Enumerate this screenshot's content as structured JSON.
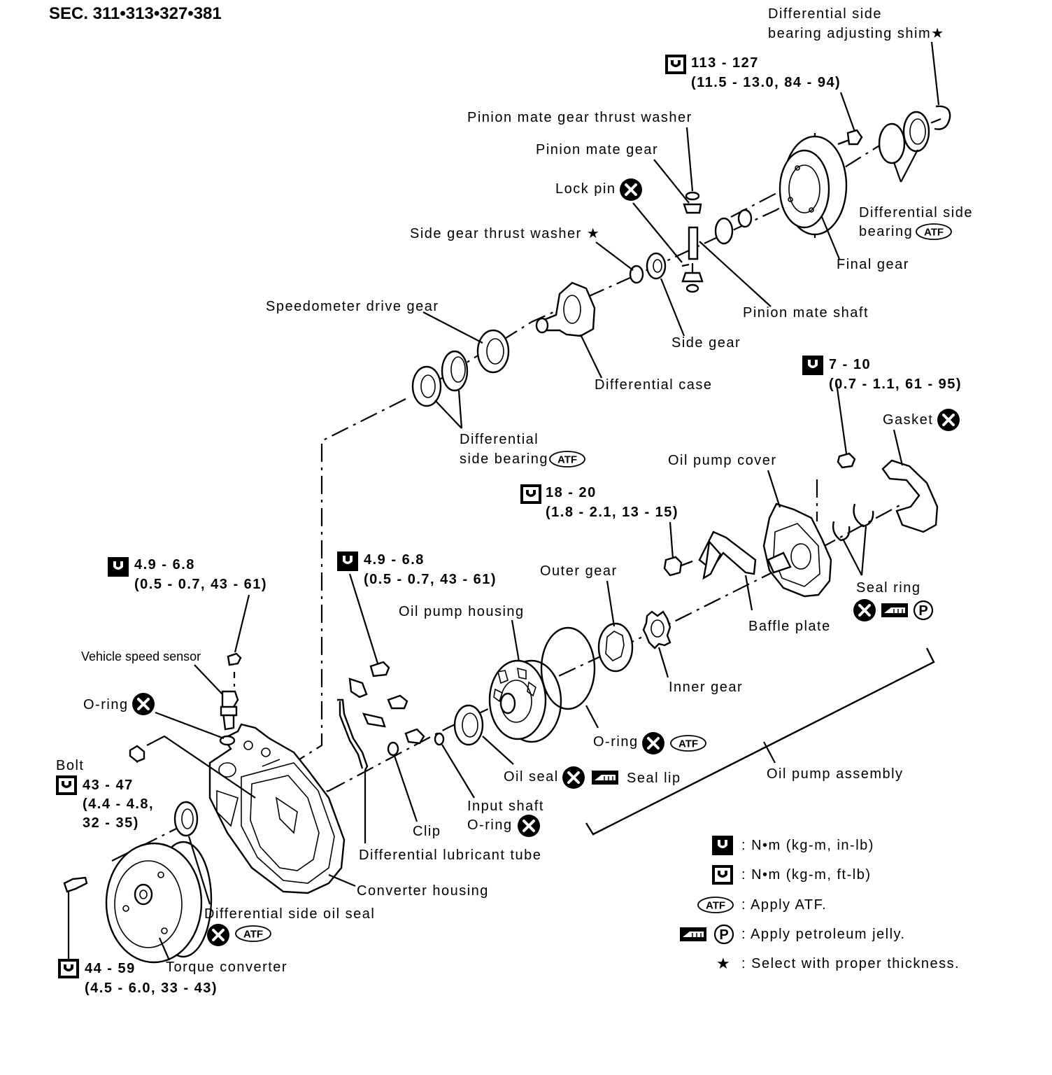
{
  "section": "SEC. 311•313•327•381",
  "parts": {
    "diff_shim": [
      "Differential side",
      "bearing adjusting shim★"
    ],
    "final_gear_torque": [
      "113 - 127",
      "(11.5 - 13.0, 84 - 94)"
    ],
    "pinion_washer": "Pinion mate gear thrust washer",
    "pinion_gear": "Pinion mate gear",
    "lock_pin": "Lock pin",
    "side_washer": "Side gear thrust washer ★",
    "speedo_gear": "Speedometer drive gear",
    "diff_bearing_right": [
      "Differential side",
      "bearing"
    ],
    "final_gear": "Final gear",
    "pinion_shaft": "Pinion mate shaft",
    "side_gear": "Side gear",
    "diff_case": "Differential case",
    "pump_cover_torque": [
      "7 - 10",
      "(0.7 - 1.1, 61 - 95)"
    ],
    "gasket": "Gasket",
    "diff_bearing_left": [
      "Differential",
      "side bearing"
    ],
    "oil_pump_cover": "Oil pump cover",
    "baffle_torque": [
      "18 - 20",
      "(1.8 - 2.1, 13 - 15)"
    ],
    "sensor_torque": [
      "4.9 - 6.8",
      "(0.5 - 0.7, 43 - 61)"
    ],
    "tube_torque": [
      "4.9 - 6.8",
      "(0.5 - 0.7, 43 - 61)"
    ],
    "outer_gear": "Outer gear",
    "seal_ring": "Seal ring",
    "oil_pump_housing": "Oil pump housing",
    "baffle_plate": "Baffle plate",
    "vss": "Vehicle speed sensor",
    "inner_gear": "Inner gear",
    "o_ring_left": "O-ring",
    "o_ring_pump": "O-ring",
    "bolt": "Bolt",
    "bolt_torque": [
      "43 - 47",
      "(4.4 - 4.8,",
      "32 - 35)"
    ],
    "oil_seal": "Oil seal",
    "seal_lip": "Seal lip",
    "oil_pump_assembly": "Oil pump assembly",
    "input_shaft_oring": [
      "Input shaft",
      "O-ring"
    ],
    "clip": "Clip",
    "diff_tube": "Differential lubricant tube",
    "converter_housing": "Converter housing",
    "diff_oil_seal": "Differential side oil seal",
    "torque_converter": "Torque converter",
    "converter_torque": [
      "44 - 59",
      "(4.5 - 6.0, 33 - 43)"
    ]
  },
  "atf_badge": "ATF",
  "p_badge": "P",
  "legend": [
    {
      "symbol": "torque-wrench-solid",
      "text": ": N•m (kg-m, in-lb)"
    },
    {
      "symbol": "torque-wrench-outline",
      "text": ": N•m (kg-m, ft-lb)"
    },
    {
      "symbol": "atf-badge",
      "text": ": Apply ATF."
    },
    {
      "symbol": "petroleum-jelly",
      "text": ": Apply petroleum jelly."
    },
    {
      "symbol": "star",
      "text": ": Select with proper thickness."
    }
  ],
  "star": "★"
}
